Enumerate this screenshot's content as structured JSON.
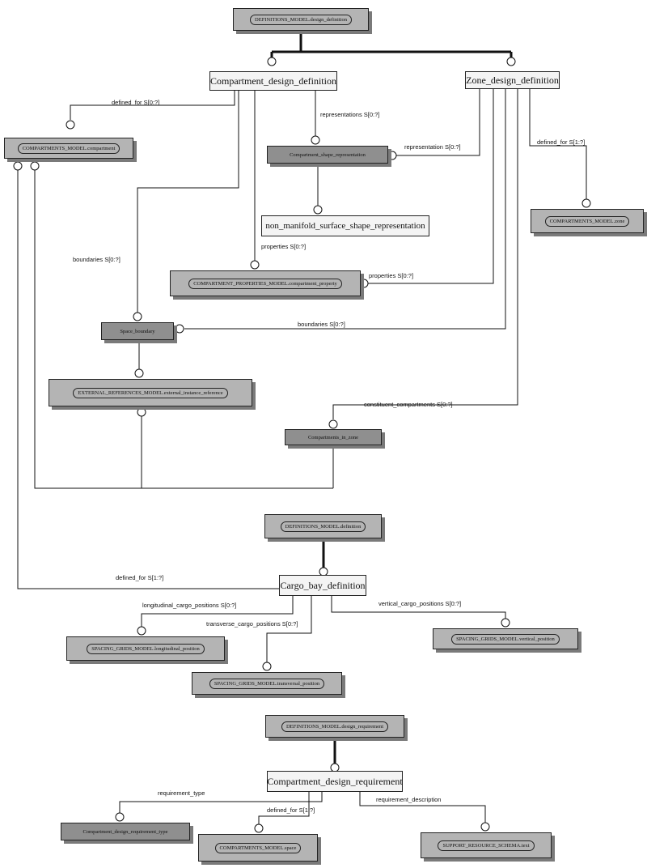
{
  "boxes": [
    {
      "id": "defs_design",
      "text": "DEFINITIONS_MODEL.design_definition",
      "kind": "ref"
    },
    {
      "id": "comp_dd",
      "text": "Compartment_design_definition",
      "kind": "ent"
    },
    {
      "id": "zone_dd",
      "text": "Zone_design_definition",
      "kind": "ent"
    },
    {
      "id": "comp_model",
      "text": "COMPARTMENTS_MODEL.compartment",
      "kind": "ref"
    },
    {
      "id": "comp_shape",
      "text": "Compartment_shape_representation",
      "kind": "sel"
    },
    {
      "id": "nonmanifold",
      "text": "non_manifold_surface_shape_representation",
      "kind": "ent"
    },
    {
      "id": "zone_model",
      "text": "COMPARTMENTS_MODEL.zone",
      "kind": "ref"
    },
    {
      "id": "comp_props",
      "text": "COMPARTMENT_PROPERTIES_MODEL.compartment_property",
      "kind": "ref"
    },
    {
      "id": "space_boundary",
      "text": "Space_boundary",
      "kind": "sel"
    },
    {
      "id": "ext_ref",
      "text": "EXTERNAL_REFERENCES_MODEL.external_instance_reference",
      "kind": "ref"
    },
    {
      "id": "comps_in_zone",
      "text": "Compartments_in_zone",
      "kind": "sel"
    },
    {
      "id": "defs_def",
      "text": "DEFINITIONS_MODEL.definition",
      "kind": "ref"
    },
    {
      "id": "cargo_bay",
      "text": "Cargo_bay_definition",
      "kind": "ent"
    },
    {
      "id": "sg_long",
      "text": "SPACING_GRIDS_MODEL.longitudinal_position",
      "kind": "ref"
    },
    {
      "id": "sg_vert",
      "text": "SPACING_GRIDS_MODEL.vertical_position",
      "kind": "ref"
    },
    {
      "id": "sg_trans",
      "text": "SPACING_GRIDS_MODEL.transversal_position",
      "kind": "ref"
    },
    {
      "id": "defs_req",
      "text": "DEFINITIONS_MODEL.design_requirement",
      "kind": "ref"
    },
    {
      "id": "comp_req",
      "text": "Compartment_design_requirement",
      "kind": "ent"
    },
    {
      "id": "req_type",
      "text": "Compartment_design_requirement_type",
      "kind": "sel"
    },
    {
      "id": "comp_space",
      "text": "COMPARTMENTS_MODEL.space",
      "kind": "ref"
    },
    {
      "id": "support_text",
      "text": "SUPPORT_RESOURCE_SCHEMA.text",
      "kind": "ref"
    }
  ],
  "relations": [
    {
      "id": "r_defined_for_1",
      "text": "defined_for  S[0:?]"
    },
    {
      "id": "r_representations",
      "text": "representations  S[0:?]"
    },
    {
      "id": "r_representation",
      "text": "representation  S[0:?]"
    },
    {
      "id": "r_defined_for_2",
      "text": "defined_for  S[1:?]"
    },
    {
      "id": "r_boundaries_1",
      "text": "boundaries  S[0:?]"
    },
    {
      "id": "r_properties_1",
      "text": "properties  S[0:?]"
    },
    {
      "id": "r_properties_2",
      "text": "properties  S[0:?]"
    },
    {
      "id": "r_boundaries_2",
      "text": "boundaries  S[0:?]"
    },
    {
      "id": "r_constituent",
      "text": "constituent_compartments  S[0:?]"
    },
    {
      "id": "r_defined_for_3",
      "text": "defined_for  S[1:?]"
    },
    {
      "id": "r_longitudinal",
      "text": "longitudinal_cargo_positions  S[0:?]"
    },
    {
      "id": "r_vertical",
      "text": "vertical_cargo_positions  S[0:?]"
    },
    {
      "id": "r_transverse",
      "text": "transverse_cargo_positions  S[0:?]"
    },
    {
      "id": "r_req_type",
      "text": "requirement_type"
    },
    {
      "id": "r_defined_for_4",
      "text": "defined_for  S[1:?]"
    },
    {
      "id": "r_req_desc",
      "text": "requirement_description"
    }
  ]
}
